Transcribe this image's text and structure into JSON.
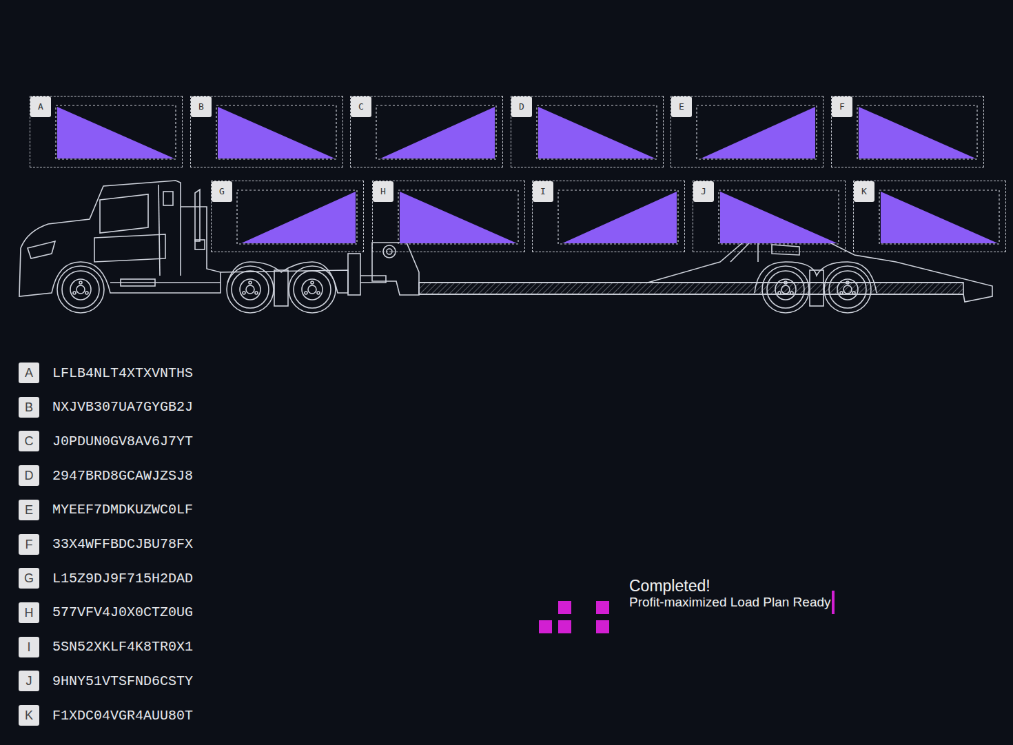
{
  "diagram": {
    "nodes": [
      {
        "text": [
          "A"
        ]
      },
      {
        "text": [
          "B"
        ]
      },
      {
        "text": [
          "C"
        ]
      },
      {
        "text": [
          "D"
        ]
      },
      {
        "text": [
          "E"
        ]
      },
      {
        "text": [
          "F"
        ]
      },
      {
        "text": [
          "G"
        ]
      },
      {
        "text": [
          "H"
        ]
      },
      {
        "text": [
          "I"
        ]
      },
      {
        "text": [
          "J"
        ]
      },
      {
        "text": [
          "K"
        ]
      },
      {
        "text": [
          "A",
          "LFLB4NLT4XTXVNTHS"
        ]
      },
      {
        "text": [
          "B",
          "NXJVB307UA7GYGB2J"
        ]
      },
      {
        "text": [
          "C",
          "J0PDUN0GV8AV6J7YT"
        ]
      },
      {
        "text": [
          "D",
          "2947BRD8GCAWJZSJ8"
        ]
      },
      {
        "text": [
          "E",
          "MYEEF7DMDKUZWC0LF"
        ]
      },
      {
        "text": [
          "F",
          "33X4WFFBDCJBU78FX"
        ]
      },
      {
        "text": [
          "G",
          "L15Z9DJ9F715H2DAD"
        ]
      },
      {
        "text": [
          "H",
          "577VFV4J0X0CTZ0UG"
        ]
      },
      {
        "text": [
          "I",
          "5SN52XKLF4K8TR0X1"
        ]
      },
      {
        "text": [
          "J",
          "9HNY51VTSFND6CSTY"
        ]
      },
      {
        "text": [
          "K",
          "F1XDC04VGR4AUU80T"
        ]
      }
    ],
    "labels": [
      "Completed!",
      "Profit-maximized Load Plan Ready"
    ]
  }
}
